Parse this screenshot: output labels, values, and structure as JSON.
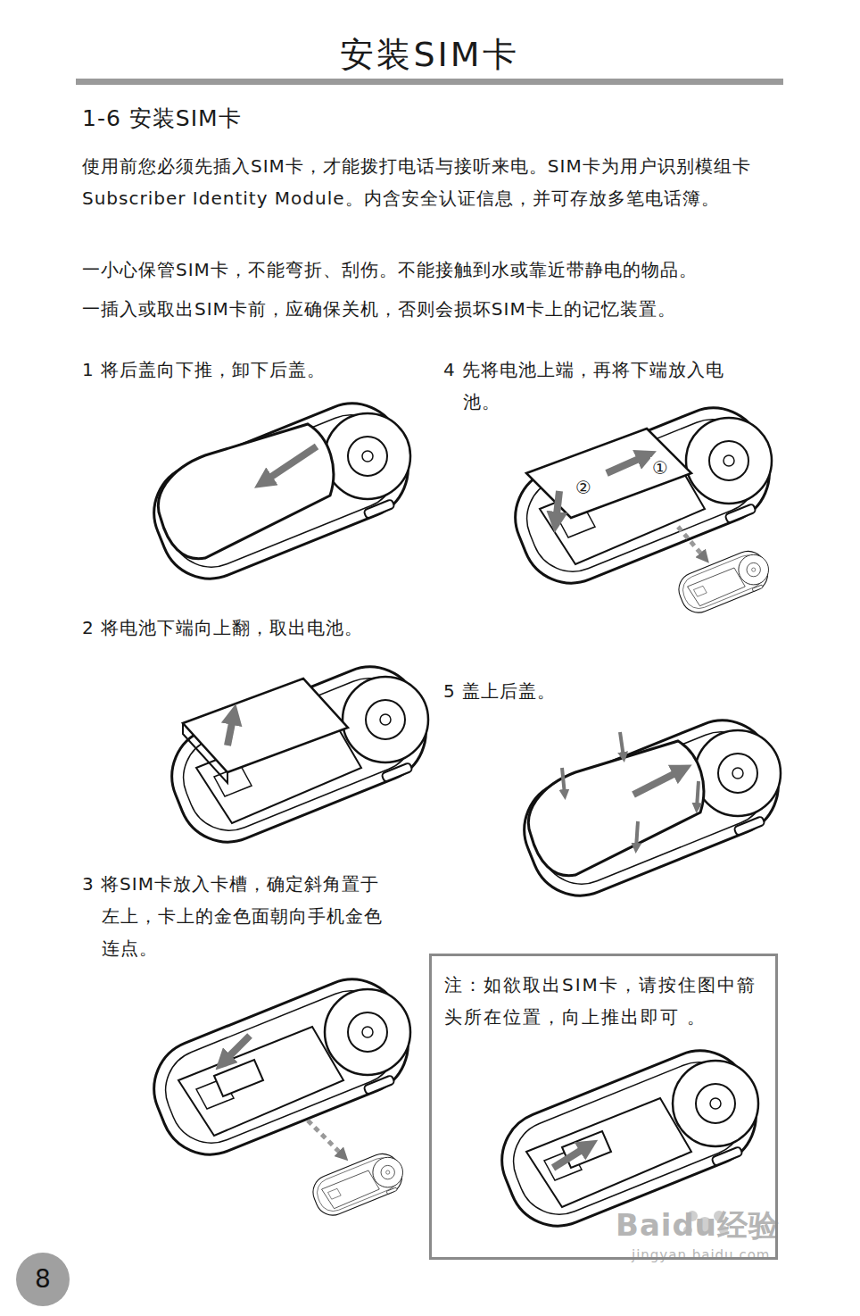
{
  "diagram": {
    "title": "安装SIM卡",
    "nodes": [
      {
        "text": [
          "注：如欲取出SIM卡，请按住图中箭头所在位置，向上推出即可 。"
        ]
      },
      {
        "text": [
          "8"
        ]
      }
    ],
    "labels": [
      "1-6 安装SIM卡",
      "使用前您必须先插入SIM卡，才能拨打电话与接听来电。SIM卡为用户识别模组卡Subscriber Identity Module。内含安全认证信息，并可存放多笔电话簿。",
      "一小心保管SIM卡，不能弯折、刮伤。不能接触到水或靠近带静电的物品。",
      "一插入或取出SIM卡前，应确保关机，否则会损坏SIM卡上的记忆装置。",
      "1 将后盖向下推，卸下后盖。",
      "4 先将电池上端，再将下端放入电池。",
      "2 将电池下端向上翻，取出电池。",
      "5 盖上后盖。",
      "3 将SIM卡放入卡槽，确定斜角置于左上，卡上的金色面朝向手机金色连点。",
      "①",
      "②",
      "Baidu经验",
      "jingyan.baidu.com"
    ]
  }
}
